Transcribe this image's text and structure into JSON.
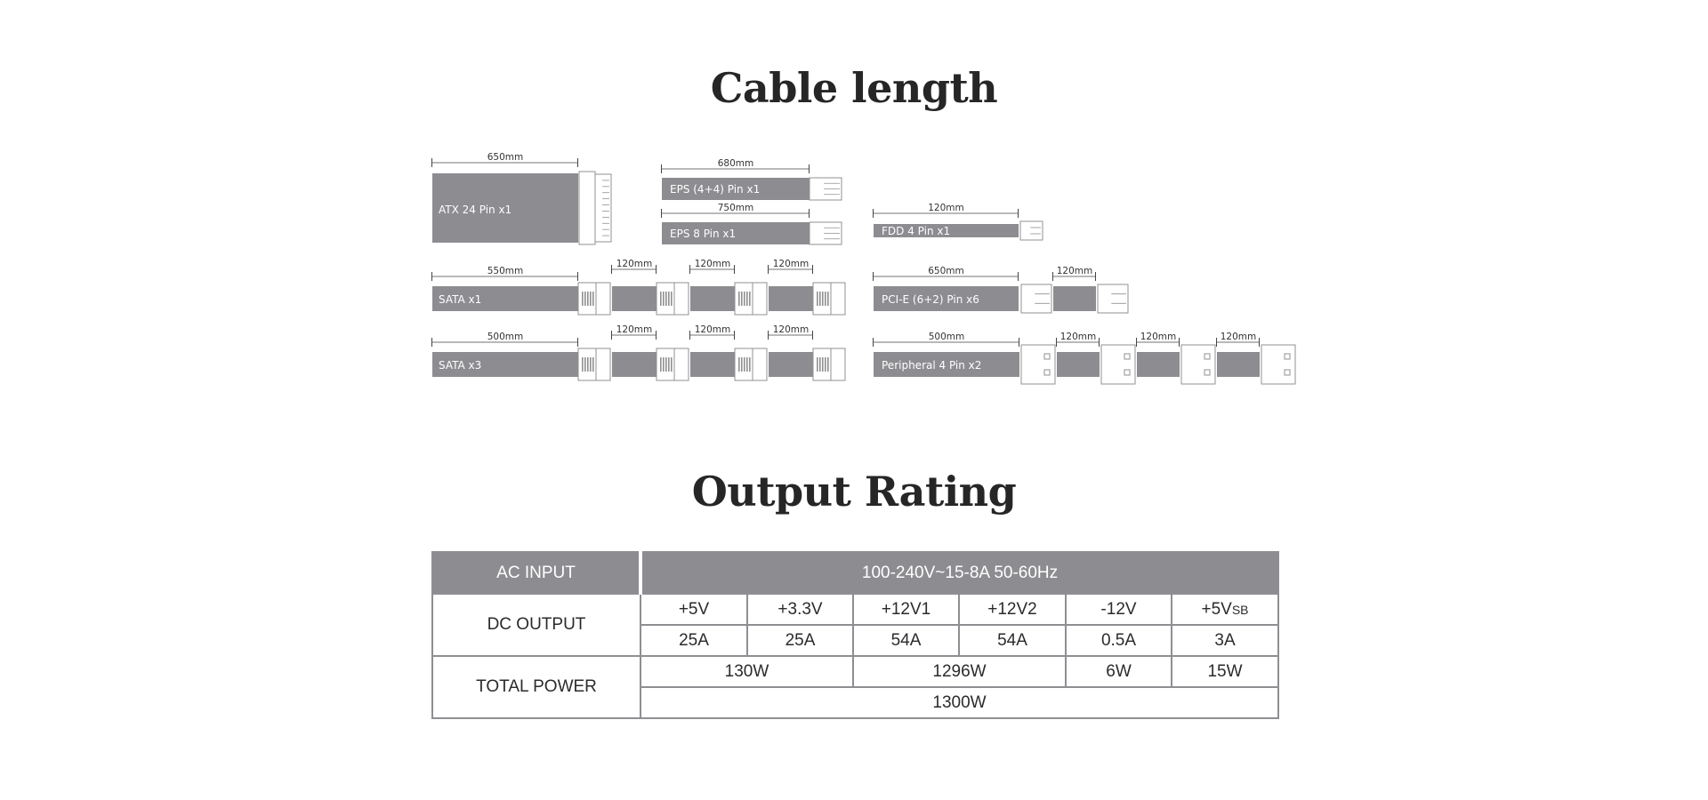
{
  "cable_section": {
    "title": "Cable length",
    "colors": {
      "cable": "#8d8d91",
      "connector_stroke": "#909090"
    },
    "cables": [
      {
        "id": "atx24",
        "label": "ATX 24 Pin x1",
        "dimensions": [
          "650mm"
        ]
      },
      {
        "id": "eps44",
        "label": "EPS (4+4) Pin x1",
        "dimensions": [
          "680mm"
        ]
      },
      {
        "id": "eps8",
        "label": "EPS 8 Pin x1",
        "dimensions": [
          "750mm"
        ]
      },
      {
        "id": "fdd4",
        "label": "FDD 4 Pin x1",
        "dimensions": [
          "120mm"
        ]
      },
      {
        "id": "sata1",
        "label": "SATA x1",
        "dimensions": [
          "550mm",
          "120mm",
          "120mm",
          "120mm"
        ]
      },
      {
        "id": "pcie",
        "label": "PCI-E (6+2) Pin x6",
        "dimensions": [
          "650mm",
          "120mm"
        ]
      },
      {
        "id": "sata3",
        "label": "SATA x3",
        "dimensions": [
          "500mm",
          "120mm",
          "120mm",
          "120mm"
        ]
      },
      {
        "id": "periph",
        "label": "Peripheral 4 Pin x2",
        "dimensions": [
          "500mm",
          "120mm",
          "120mm",
          "120mm"
        ]
      }
    ]
  },
  "rating_section": {
    "title": "Output Rating",
    "ac_input": {
      "label": "AC INPUT",
      "value": "100-240V~15-8A 50-60Hz"
    },
    "dc_output": {
      "label": "DC OUTPUT",
      "rails": [
        "+5V",
        "+3.3V",
        "+12V1",
        "+12V2",
        "-12V",
        "+5V"
      ],
      "rail_suffix": "SB",
      "currents": [
        "25A",
        "25A",
        "54A",
        "54A",
        "0.5A",
        "3A"
      ]
    },
    "total_power": {
      "label": "TOTAL POWER",
      "groups": [
        "130W",
        "1296W",
        "6W",
        "15W"
      ],
      "total": "1300W"
    },
    "colors": {
      "header_bg": "#8d8d91",
      "border": "#8f8f93"
    }
  }
}
